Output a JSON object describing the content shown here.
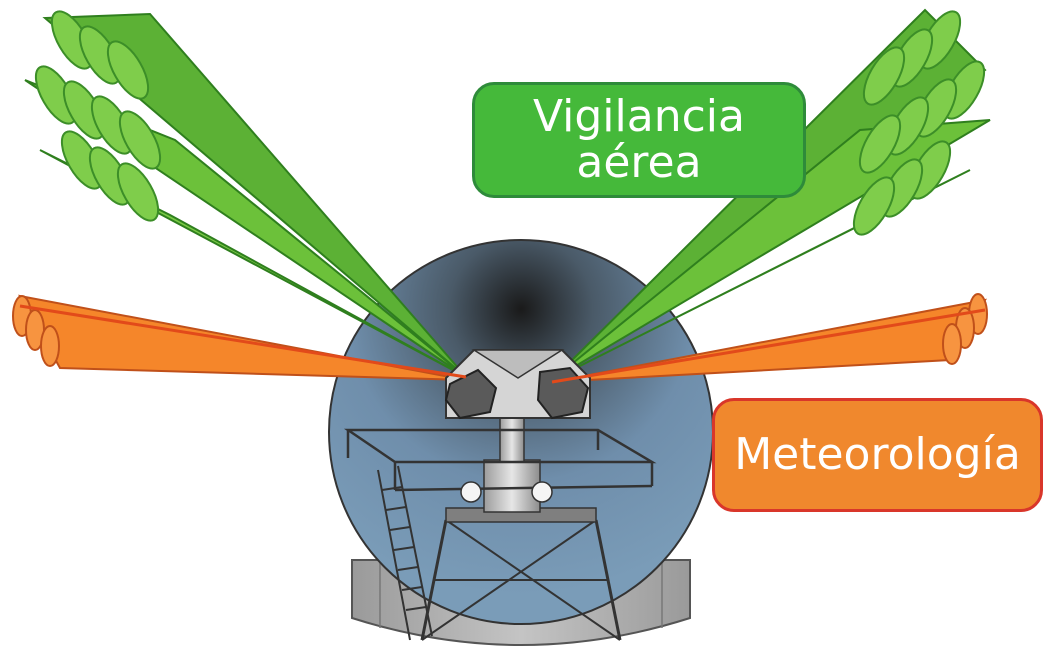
{
  "labels": {
    "air_surveillance": {
      "line1": "Vigilancia",
      "line2": "aérea"
    },
    "meteorology": {
      "text": "Meteorología"
    }
  },
  "colors": {
    "air_beam": "#6cc13a",
    "air_beam_dark": "#3c9a24",
    "met_beam": "#f5862a",
    "met_beam_dark": "#d8621a",
    "air_label_fill": "#45b93a",
    "air_label_border": "#2e8b3a",
    "met_label_fill": "#f0882d",
    "met_label_border": "#d9362a",
    "radome_blue": "#6a8aa6",
    "radome_dark": "#2b2b2b",
    "tower_gray": "#8a8a8a",
    "base_gray": "#a4a4a4"
  }
}
